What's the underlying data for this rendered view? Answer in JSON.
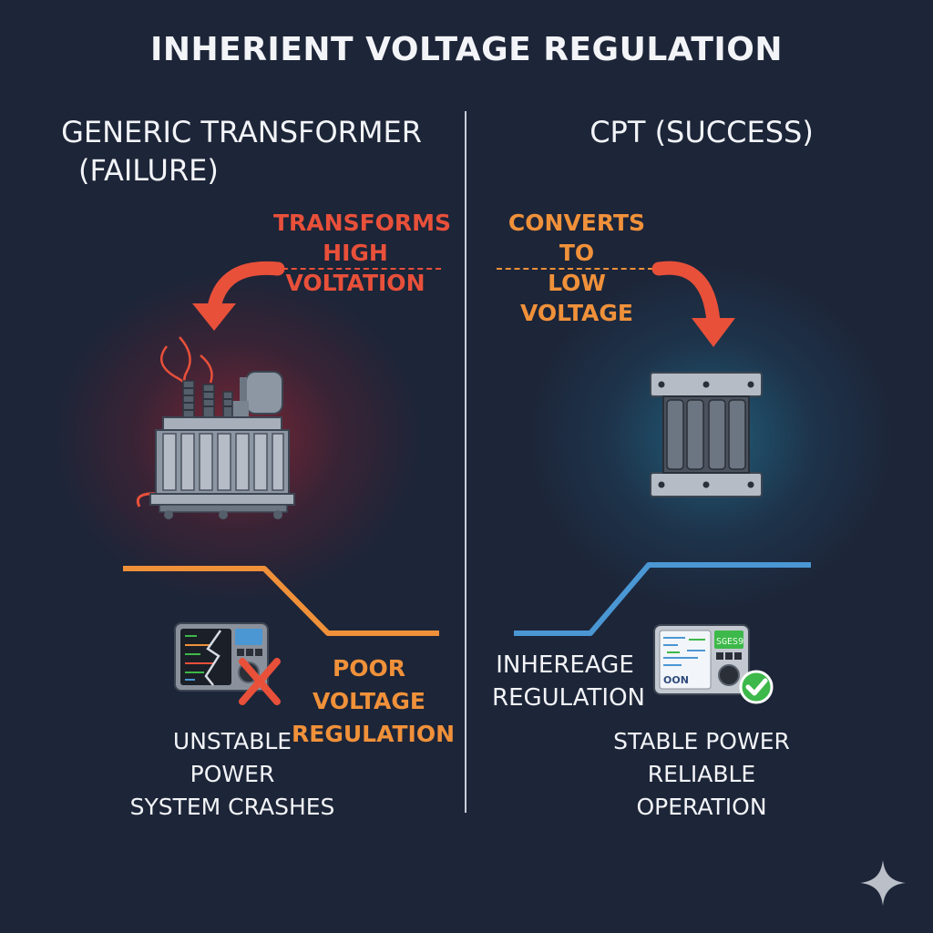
{
  "title": "INHERIENT VOLTAGE REGULATION",
  "left": {
    "heading_line1": "GENERIC TRANSFORMER",
    "heading_line2": "(FAILURE)",
    "callout_line1": "TRANSFORMS",
    "callout_line2": "HIGH VOLTATION",
    "regulation_line1": "POOR VOLTAGE",
    "regulation_line2": "REGULATION",
    "outcome_line1": "UNSTABLE POWER",
    "outcome_line2": "SYSTEM CRASHES"
  },
  "right": {
    "heading": "CPT (SUCCESS)",
    "callout_line1": "CONVERTS TO",
    "callout_line2": "LOW VOLTAGE",
    "regulation_line1": "INHEREAGE",
    "regulation_line2": "REGULATION",
    "panel_display": "SGES9",
    "panel_text": "OON",
    "outcome_line1": "STABLE POWER",
    "outcome_line2": "RELIABLE OPERATION"
  },
  "colors": {
    "background": "#1d2538",
    "failure_red": "#e8503a",
    "warning_orange": "#f0913a",
    "stable_blue": "#4a97d4",
    "success_green": "#3db84a"
  }
}
